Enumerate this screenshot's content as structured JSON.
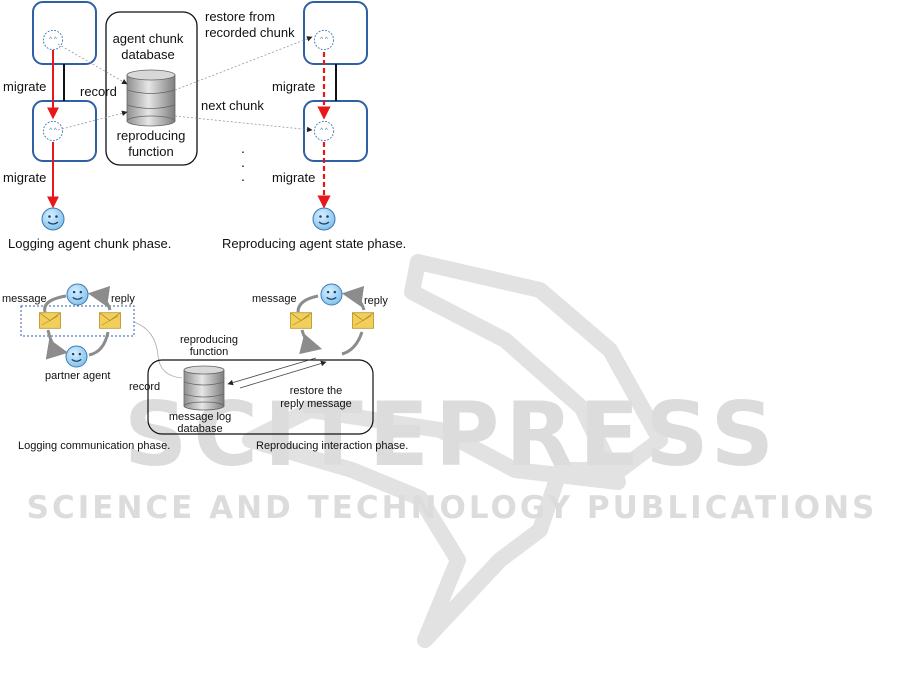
{
  "watermark": {
    "main": "SCITEPRESS",
    "sub": "SCIENCE AND TECHNOLOGY PUBLICATIONS"
  },
  "top": {
    "left_migrate_1": "migrate",
    "left_migrate_2": "migrate",
    "record": "record",
    "db_title_line1": "agent chunk",
    "db_title_line2": "database",
    "func_line1": "reproducing",
    "func_line2": "function",
    "restore_line1": "restore from",
    "restore_line2": "recorded chunk",
    "next_chunk": "next chunk",
    "right_migrate_1": "migrate",
    "right_migrate_2": "migrate",
    "ellipsis": ".",
    "caption_left": "Logging agent chunk phase.",
    "caption_right": "Reproducing agent state phase."
  },
  "bottom": {
    "message_left": "message",
    "reply_left": "reply",
    "partner_agent": "partner agent",
    "record": "record",
    "func_line1": "reproducing",
    "func_line2": "function",
    "db_line1": "message log",
    "db_line2": "database",
    "restore_line1": "restore the",
    "restore_line2": "reply message",
    "message_right": "message",
    "reply_right": "reply",
    "caption_left": "Logging communication phase.",
    "caption_right": "Reproducing interaction phase."
  },
  "colors": {
    "host_border": "#2f5fa5",
    "migrate_arrow": "#e8181a",
    "agent_fill": "#9fd3f2",
    "agent_stroke": "#3a78b8",
    "cycle_arrow": "#8c8c8c",
    "envelope": "#f2cf5c",
    "watermark": "#d6d6d6"
  },
  "icons": {
    "agent": "smiley-face-icon",
    "dormant_agent": "dashed-agent-icon",
    "database": "database-cylinder-icon",
    "message": "envelope-icon"
  }
}
